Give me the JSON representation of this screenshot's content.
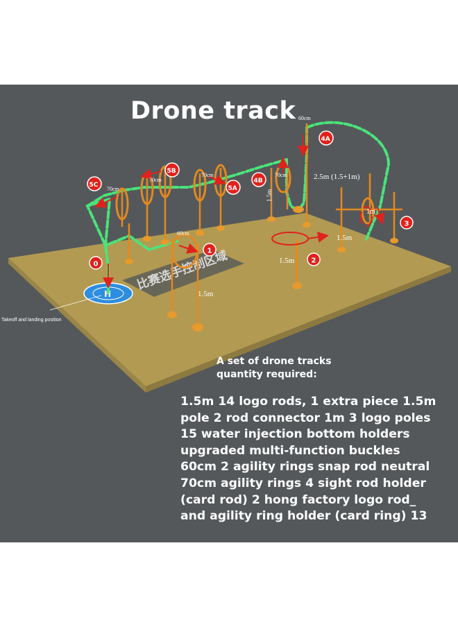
{
  "title": "Drone track",
  "labels": {
    "takeoff": "Takeoff and landing position",
    "ground_text": "比赛选手控制区域",
    "helipad": "H"
  },
  "measurements": {
    "ring_4a": "60cm",
    "ring_4b": "70cm",
    "ring_5a": "70cm",
    "ring_5b": "70cm",
    "ring_5c": "70cm",
    "ring_1": "60cm",
    "pole_4": "2.5m (1.5+1m)",
    "pole_3": "1m",
    "pole_right": "1.5m",
    "pole_center": "1.5m",
    "pole_front": "1.5m",
    "pole_left": "1.5m"
  },
  "markers": [
    "0",
    "1",
    "2",
    "3",
    "4A",
    "4B",
    "5A",
    "5B",
    "5C"
  ],
  "colors": {
    "background": "#54585b",
    "floor": "#b29a52",
    "path": "#4be37a",
    "marker": "#e0221c",
    "pole": "#e38a1f"
  },
  "heading": {
    "line1": "A set of drone tracks",
    "line2": "quantity required:"
  },
  "details": [
    "1.5m 14 logo rods, 1 extra piece 1.5m",
    "pole 2 rod connector 1m 3 logo poles",
    "15 water injection bottom holders",
    "upgraded multi-function buckles",
    "60cm 2 agility rings snap rod neutral",
    "70cm agility rings 4 sight rod holder",
    "(card rod) 2 hong factory logo rod_",
    "and agility ring holder (card ring) 13"
  ]
}
